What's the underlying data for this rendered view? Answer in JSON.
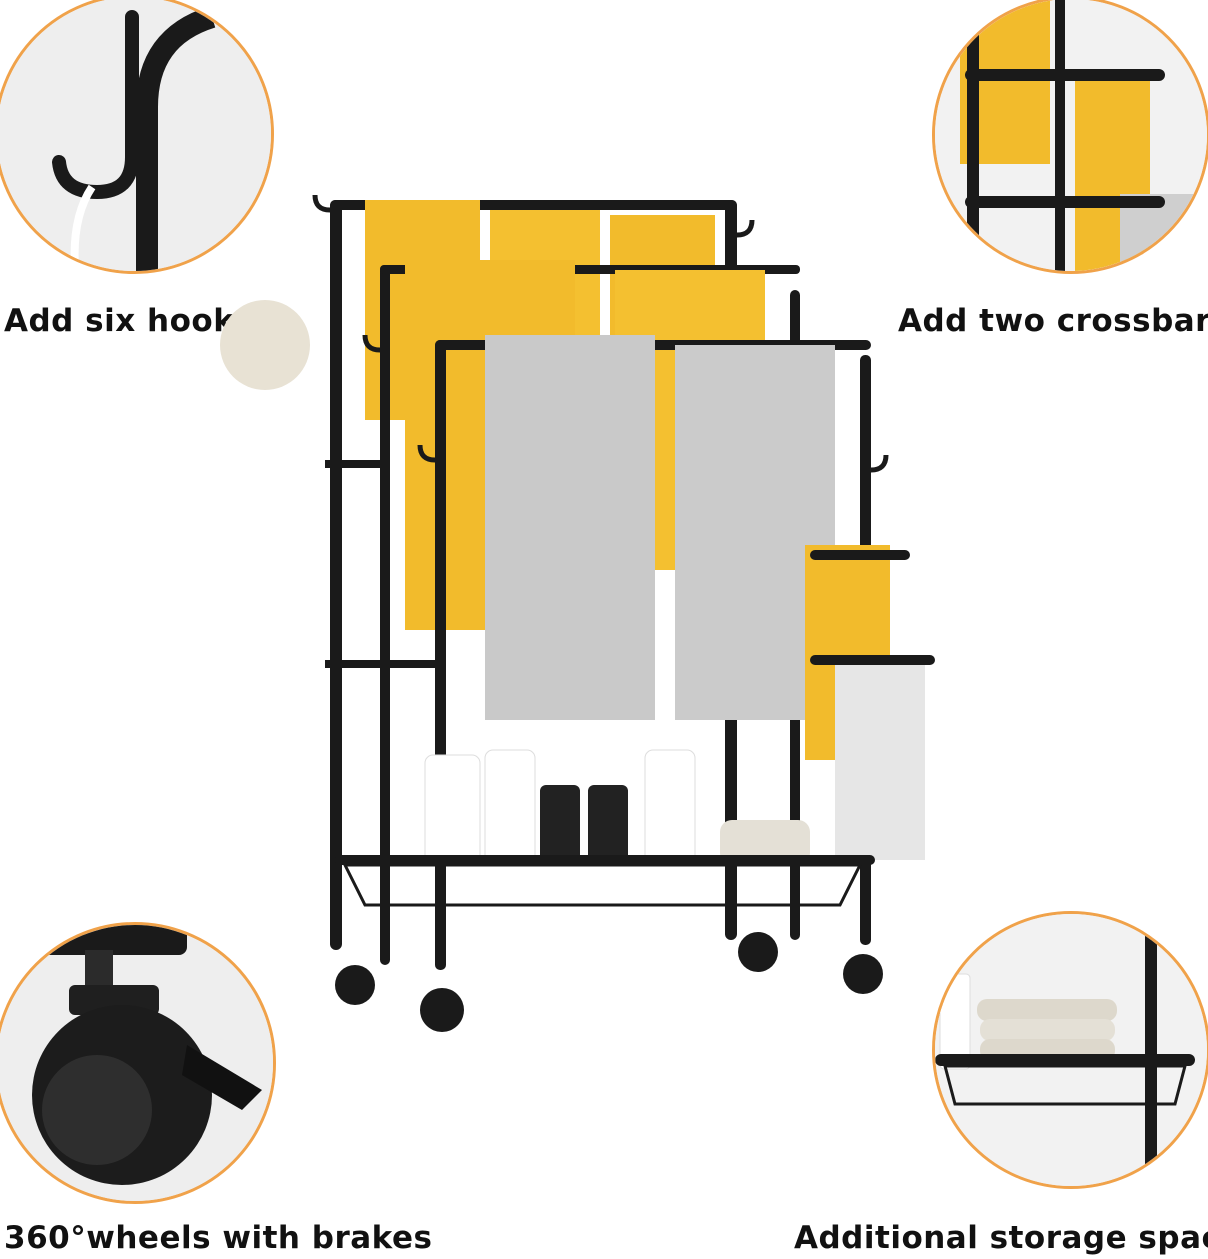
{
  "features": {
    "hooks": {
      "label": "Add six hooks"
    },
    "crossbars": {
      "label": "Add two crossbars"
    },
    "wheels": {
      "label": "360°wheels with brakes"
    },
    "storage": {
      "label": "Additional storage space"
    }
  },
  "colors": {
    "accent_ring": "#f0a24a",
    "frame": "#1a1a1a",
    "towel_yellow": "#f2bb2c",
    "towel_gray": "#c9c9c9"
  }
}
